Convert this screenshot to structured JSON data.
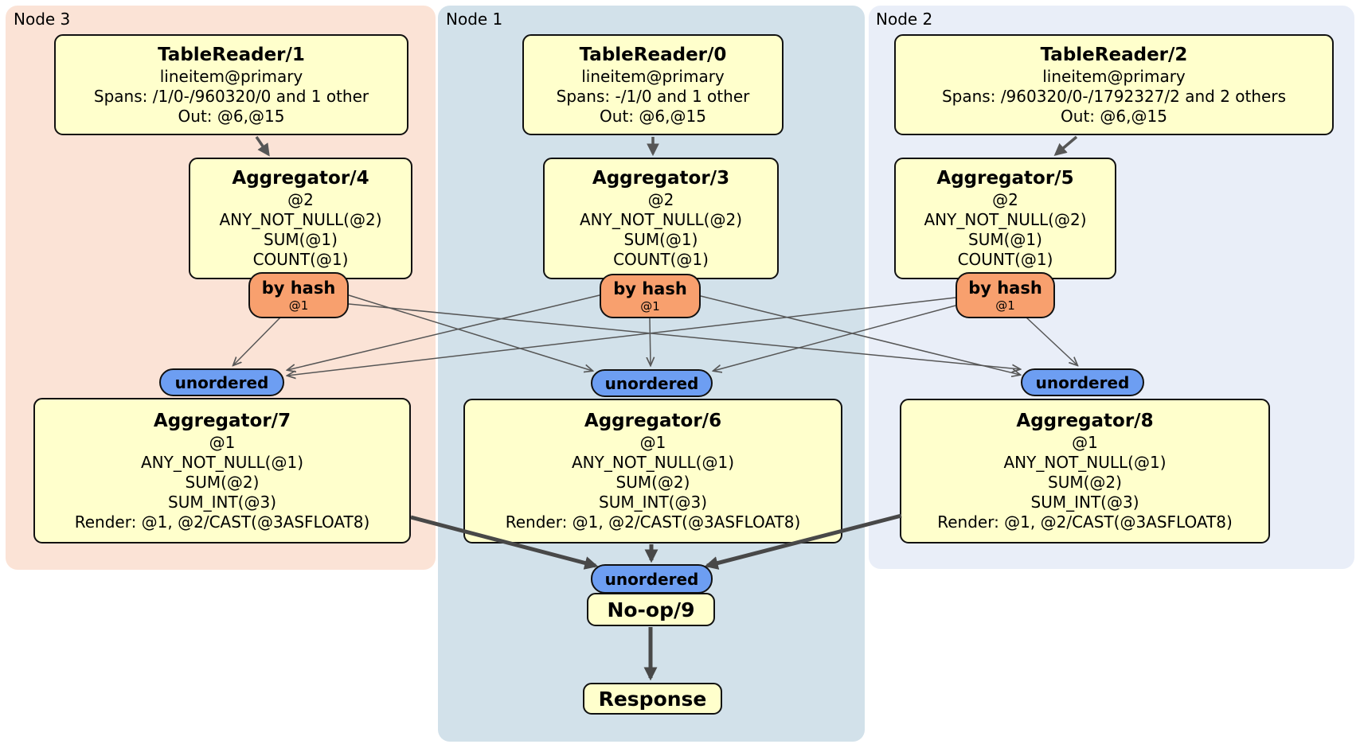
{
  "diagram": {
    "kind": "distributed-sql-plan",
    "regions": {
      "node3": {
        "label": "Node 3",
        "color": "#fbe3d6"
      },
      "node1": {
        "label": "Node 1",
        "color": "#d2e1ea"
      },
      "node2": {
        "label": "Node 2",
        "color": "#e9eef8"
      }
    },
    "boxes": {
      "tablereader1": {
        "title": "TableReader/1",
        "lines": [
          "lineitem@primary",
          "Spans: /1/0-/960320/0 and 1 other",
          "Out: @6,@15"
        ]
      },
      "tablereader0": {
        "title": "TableReader/0",
        "lines": [
          "lineitem@primary",
          "Spans: -/1/0 and 1 other",
          "Out: @6,@15"
        ]
      },
      "tablereader2": {
        "title": "TableReader/2",
        "lines": [
          "lineitem@primary",
          "Spans: /960320/0-/1792327/2 and 2 others",
          "Out: @6,@15"
        ]
      },
      "aggregator4": {
        "title": "Aggregator/4",
        "lines": [
          "@2",
          "ANY_NOT_NULL(@2)",
          "SUM(@1)",
          "COUNT(@1)"
        ]
      },
      "aggregator3": {
        "title": "Aggregator/3",
        "lines": [
          "@2",
          "ANY_NOT_NULL(@2)",
          "SUM(@1)",
          "COUNT(@1)"
        ]
      },
      "aggregator5": {
        "title": "Aggregator/5",
        "lines": [
          "@2",
          "ANY_NOT_NULL(@2)",
          "SUM(@1)",
          "COUNT(@1)"
        ]
      },
      "aggregator7": {
        "title": "Aggregator/7",
        "lines": [
          "@1",
          "ANY_NOT_NULL(@1)",
          "SUM(@2)",
          "SUM_INT(@3)",
          "Render: @1, @2/CAST(@3ASFLOAT8)"
        ]
      },
      "aggregator6": {
        "title": "Aggregator/6",
        "lines": [
          "@1",
          "ANY_NOT_NULL(@1)",
          "SUM(@2)",
          "SUM_INT(@3)",
          "Render: @1, @2/CAST(@3ASFLOAT8)"
        ]
      },
      "aggregator8": {
        "title": "Aggregator/8",
        "lines": [
          "@1",
          "ANY_NOT_NULL(@1)",
          "SUM(@2)",
          "SUM_INT(@3)",
          "Render: @1, @2/CAST(@3ASFLOAT8)"
        ]
      },
      "noop": {
        "title": "No-op/9"
      },
      "response": {
        "title": "Response"
      }
    },
    "routers": {
      "byhash_left": {
        "label": "by hash",
        "sub": "@1"
      },
      "byhash_center": {
        "label": "by hash",
        "sub": "@1"
      },
      "byhash_right": {
        "label": "by hash",
        "sub": "@1"
      }
    },
    "syncs": {
      "unordered_left": {
        "label": "unordered"
      },
      "unordered_center": {
        "label": "unordered"
      },
      "unordered_right": {
        "label": "unordered"
      },
      "unordered_bottom": {
        "label": "unordered"
      }
    },
    "colors": {
      "node_box_fill": "#ffffcc",
      "hash_router_fill": "#f8a06e",
      "unordered_sync_fill": "#6d9ef2",
      "edge": "#565656"
    }
  }
}
